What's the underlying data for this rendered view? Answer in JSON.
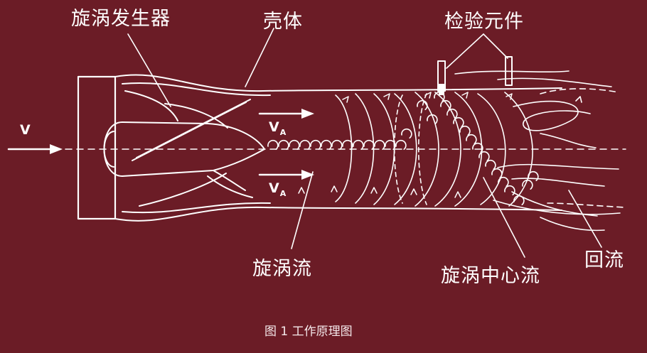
{
  "colors": {
    "background": "#6b1c26",
    "line": "#ffffff"
  },
  "labels": {
    "vortex_generator": "旋涡发生器",
    "housing": "壳体",
    "sensing_element": "检验元件",
    "vortex_flow": "旋涡流",
    "vortex_center_flow": "旋涡中心流",
    "backflow": "回流",
    "inlet_velocity": "V",
    "accel_velocity_main": "V",
    "accel_velocity_sub": "A"
  },
  "caption": "图 1  工作原理图"
}
